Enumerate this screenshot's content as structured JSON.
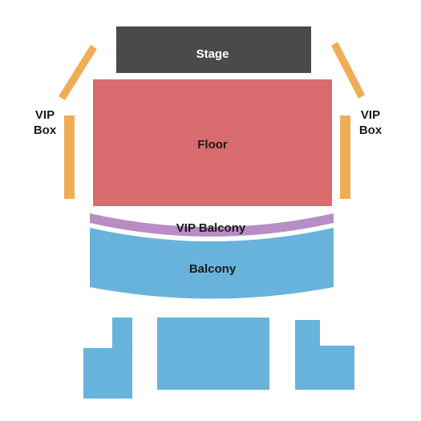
{
  "map": {
    "sections": {
      "stage": {
        "label": "Stage",
        "color": "#4a4a4a"
      },
      "floor": {
        "label": "Floor",
        "color": "#d86b6d"
      },
      "vip_balcony": {
        "label": "VIP Balcony",
        "color": "#b88dc4"
      },
      "balcony": {
        "label": "Balcony",
        "color": "#68b3dc"
      },
      "vip_box_left": {
        "label_line1": "VIP",
        "label_line2": "Box",
        "color": "#f0ad55"
      },
      "vip_box_right": {
        "label_line1": "VIP",
        "label_line2": "Box",
        "color": "#f0ad55"
      },
      "rear_sections": {
        "color": "#68b3dc"
      }
    }
  }
}
